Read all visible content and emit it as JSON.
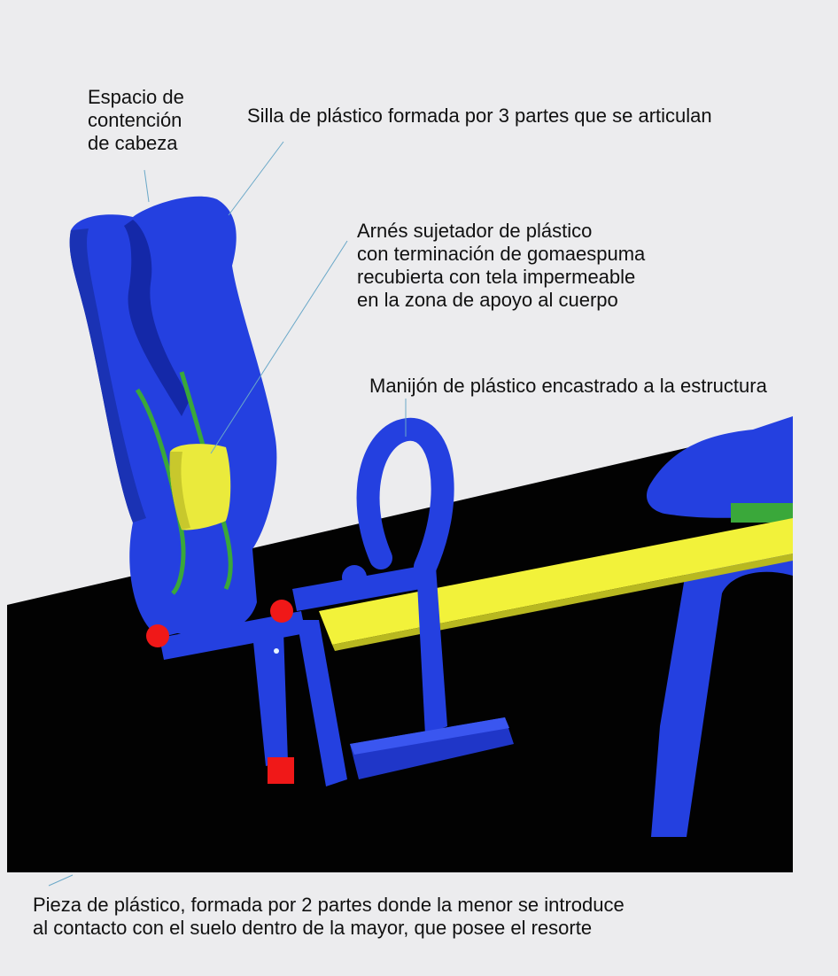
{
  "labels": {
    "head_space": [
      "Espacio de",
      "contención",
      "de cabeza"
    ],
    "chair": "Silla de plástico formada por 3 partes que se articulan",
    "harness": [
      "Arnés sujetador de plástico",
      "con terminación de gomaespuma",
      "recubierta con tela impermeable",
      "en la zona de apoyo al cuerpo"
    ],
    "handle": "Manijón de plástico encastrado a la estructura",
    "spring_piece": [
      "Pieza de plástico, formada por 2 partes donde la menor se introduce",
      "al contacto con el suelo dentro de la mayor, que posee el resorte"
    ]
  },
  "colors": {
    "background": "#ececee",
    "floor": "#020202",
    "plastic_blue": "#2440e0",
    "dark_blue": "#1428a8",
    "beam_yellow": "#f2f23a",
    "harness_yellow": "#eaea3c",
    "accent_red": "#f01818",
    "strap_green": "#3aa83a",
    "leader_line": "#6aa8c8"
  }
}
